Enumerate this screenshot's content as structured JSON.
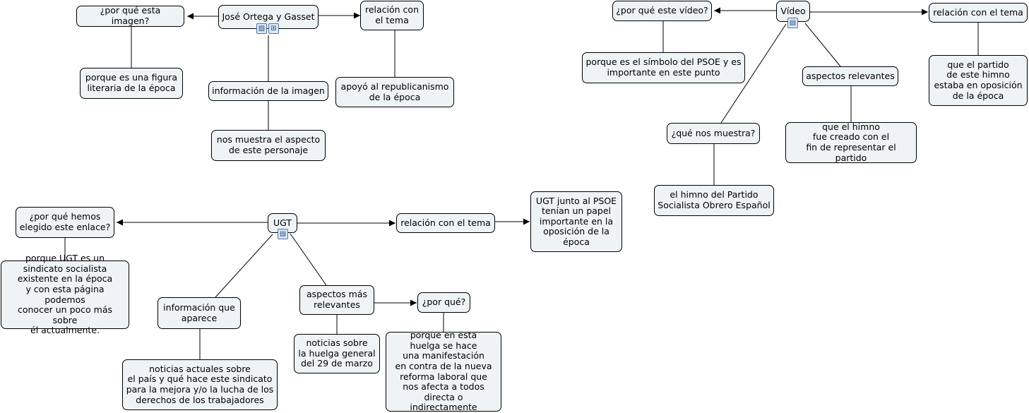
{
  "concept_map": {
    "ortega": {
      "title": "José Ortega y Gasset",
      "why_q": "¿por qué esta imagen?",
      "why_a": "porque es una figura\nliteraria de la época",
      "relation": "relación con\nel tema",
      "relation_a": "apoyó al republicanismo\nde la época",
      "info": "información de la imagen",
      "info_a": "nos muestra el aspecto\nde este personaje"
    },
    "video": {
      "title": "Vídeo",
      "why_q": "¿por qué este vídeo?",
      "why_a": "porque es el símbolo del PSOE y es\nimportante en este punto",
      "relation": "relación con el tema",
      "relation_a": "que el partido\nde este himno\nestaba en oposición\nde la época",
      "aspects": "aspectos relevantes",
      "aspects_a": "que el himno\nfue creado con el\nfin de representar el partido",
      "shows_q": "¿qué nos muestra?",
      "shows_a": "el himno del Partido\nSocialista Obrero Español"
    },
    "ugt": {
      "title": "UGT",
      "why_q": "¿por qué hemos\nelegido este enlace?",
      "why_a": "porque UGT es un\nsindicato socialista\nexistente en la época\ny con esta página podemos\nconocer un poco más sobre\nél actualmente.",
      "relation": "relación con el tema",
      "relation_a": "UGT junto al PSOE\ntenían un papel\nimportante en la\noposición de la\népoca",
      "info": "información que\naparece",
      "info_a": "noticias actuales sobre\nel país y qué hace este sindicato\npara la mejora y/o la lucha de los\nderechos de los trabajadores",
      "aspects": "aspectos más\nrelevantes",
      "aspects_a": "noticias sobre\nla huelga general\ndel 29 de marzo",
      "why2_q": "¿por qué?",
      "why2_a": "porque en esta\nhuelga se hace\nuna manifestación\nen contra de la nueva\nreforma laboral que\nnos afecta a todos\ndirecta o indirectamente"
    }
  },
  "icons": [
    "image-icon",
    "concept-map-icon",
    "document-icon"
  ],
  "colors": {
    "node_fill": "#eef3f5",
    "line": "#000000",
    "icon": "#4a76a8"
  }
}
